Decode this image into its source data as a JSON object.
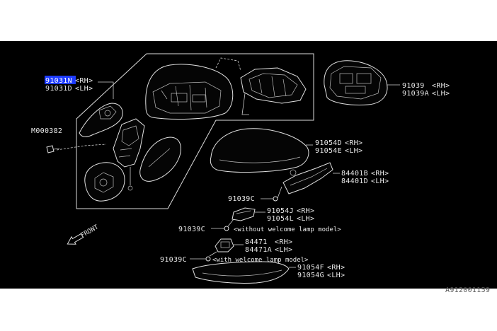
{
  "diagram": {
    "background_color": "#000000",
    "highlight_color": "#1e3cff",
    "labels": [
      {
        "id": "p91031n",
        "code": "91031N",
        "side": "<RH>",
        "highlighted": true
      },
      {
        "id": "p91031d",
        "code": "91031D",
        "side": "<LH>"
      },
      {
        "id": "m000382",
        "code": "M000382"
      },
      {
        "id": "p91039",
        "code": "91039",
        "side": "<RH>"
      },
      {
        "id": "p91039a",
        "code": "91039A",
        "side": "<LH>"
      },
      {
        "id": "p91054d",
        "code": "91054D",
        "side": "<RH>"
      },
      {
        "id": "p91054e",
        "code": "91054E",
        "side": "<LH>"
      },
      {
        "id": "p84401b",
        "code": "84401B",
        "side": "<RH>"
      },
      {
        "id": "p84401d",
        "code": "84401D",
        "side": "<LH>"
      },
      {
        "id": "p91039c_1",
        "code": "91039C"
      },
      {
        "id": "p91054j",
        "code": "91054J",
        "side": "<RH>"
      },
      {
        "id": "p91054l",
        "code": "91054L",
        "side": "<LH>"
      },
      {
        "id": "p91039c_2",
        "code": "91039C",
        "note": "<without welcome lamp model>"
      },
      {
        "id": "p84471",
        "code": "84471",
        "side": "<RH>"
      },
      {
        "id": "p84471a",
        "code": "84471A",
        "side": "<LH>"
      },
      {
        "id": "p91039c_3",
        "code": "91039C",
        "note": "<with welcome lamp model>"
      },
      {
        "id": "p91054f",
        "code": "91054F",
        "side": "<RH>"
      },
      {
        "id": "p91054g",
        "code": "91054G",
        "side": "<LH>"
      }
    ],
    "front_label": "FRONT",
    "drawing_id": "A912001159"
  }
}
